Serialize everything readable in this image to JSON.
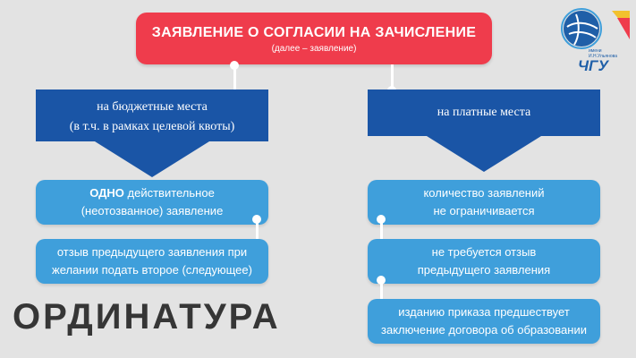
{
  "title": {
    "main": "ЗАЯВЛЕНИЕ О СОГЛАСИИ НА ЗАЧИСЛЕНИЕ",
    "sub": "(далее – заявление)"
  },
  "left_column": {
    "header_line1": "на бюджетные места",
    "header_line2": "(в т.ч. в рамках целевой квоты)",
    "box1_bold": "ОДНО",
    "box1_rest": " действительное",
    "box1_line2": "(неотозванное) заявление",
    "box2_line1": "отзыв предыдущего заявления при",
    "box2_line2": "желании подать второе (следующее)"
  },
  "right_column": {
    "header": "на платные места",
    "box1_line1": "количество заявлений",
    "box1_line2": "не ограничивается",
    "box2_line1": "не требуется отзыв",
    "box2_line2": "предыдущего заявления",
    "box3_line1": "изданию приказа предшествует",
    "box3_line2": "заключение договора об образовании"
  },
  "big_word": "ОРДИНАТУРА",
  "logo": {
    "small_text_1": "имени",
    "small_text_2": "И.Н.Ульянова",
    "letters": "ЧГУ"
  },
  "colors": {
    "title_red": "#ef3c4c",
    "dark_blue": "#1a55a6",
    "light_blue": "#3f9fdb",
    "background": "#e3e3e3"
  }
}
